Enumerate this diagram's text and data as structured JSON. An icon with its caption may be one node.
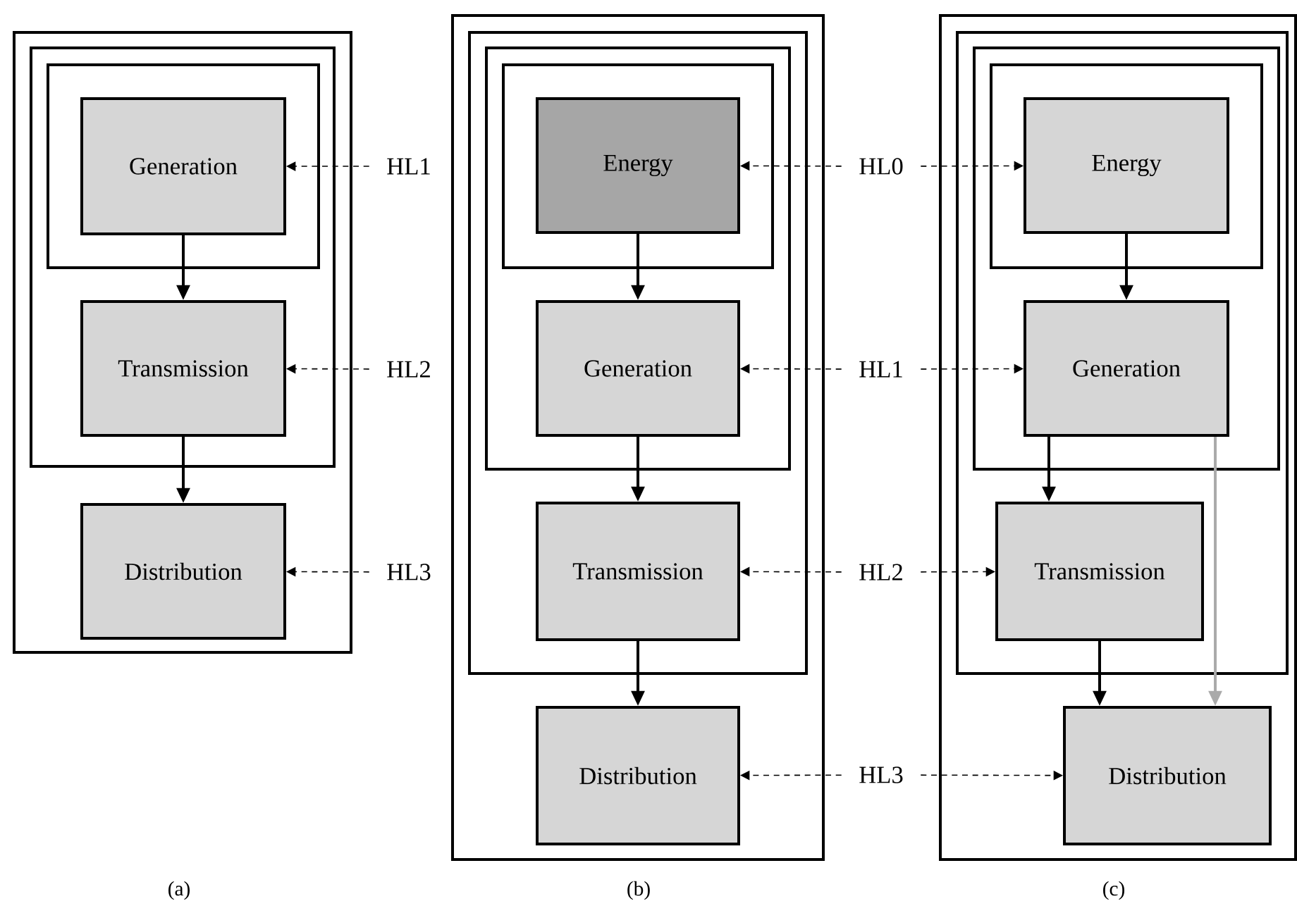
{
  "diagram": {
    "nodes": [
      {
        "text": [],
        "shape": "box"
      },
      {
        "text": [],
        "shape": "box",
        "in": 0
      },
      {
        "text": [],
        "shape": "box",
        "in": 1
      },
      {
        "text": [
          "Generation"
        ],
        "in": 2
      },
      {
        "text": [
          "Transmission"
        ],
        "in": 1
      },
      {
        "text": [
          "Distribution"
        ],
        "in": 0
      },
      {
        "text": [
          "HL1"
        ]
      },
      {
        "text": [
          "HL2"
        ]
      },
      {
        "text": [
          "HL3"
        ]
      },
      {
        "text": [],
        "shape": "box"
      },
      {
        "text": [],
        "shape": "box",
        "in": 9
      },
      {
        "text": [],
        "shape": "box",
        "in": 10
      },
      {
        "text": [],
        "shape": "box",
        "in": 11
      },
      {
        "text": [
          "Energy"
        ],
        "in": 12
      },
      {
        "text": [
          "Generation"
        ],
        "in": 11
      },
      {
        "text": [
          "Transmission"
        ],
        "in": 10
      },
      {
        "text": [
          "Distribution"
        ],
        "in": 9
      },
      {
        "text": [
          "HL0"
        ]
      },
      {
        "text": [
          "HL1"
        ]
      },
      {
        "text": [
          "HL2"
        ]
      },
      {
        "text": [
          "HL3"
        ]
      },
      {
        "text": [],
        "shape": "box"
      },
      {
        "text": [],
        "shape": "box",
        "in": 21
      },
      {
        "text": [],
        "shape": "box",
        "in": 22
      },
      {
        "text": [],
        "shape": "box",
        "in": 23
      },
      {
        "text": [
          "Energy"
        ],
        "in": 24
      },
      {
        "text": [
          "Generation"
        ],
        "in": 23
      },
      {
        "text": [
          "Transmission"
        ],
        "in": 22
      },
      {
        "text": [
          "Distribution"
        ],
        "in": 21
      }
    ],
    "edges": [
      {
        "from": 3,
        "to": 4,
        "arrow": "to"
      },
      {
        "from": 4,
        "to": 5,
        "arrow": "to"
      },
      {
        "from": 6,
        "to": 3,
        "arrow": "to",
        "style": "dashed"
      },
      {
        "from": 7,
        "to": 4,
        "arrow": "to",
        "style": "dashed"
      },
      {
        "from": 8,
        "to": 5,
        "arrow": "to",
        "style": "dashed"
      },
      {
        "from": 13,
        "to": 14,
        "arrow": "to"
      },
      {
        "from": 14,
        "to": 15,
        "arrow": "to"
      },
      {
        "from": 15,
        "to": 16,
        "arrow": "to"
      },
      {
        "from": 17,
        "to": 13,
        "arrow": "to",
        "style": "dashed"
      },
      {
        "from": 18,
        "to": 14,
        "arrow": "to",
        "style": "dashed"
      },
      {
        "from": 19,
        "to": 15,
        "arrow": "to",
        "style": "dashed"
      },
      {
        "from": 20,
        "to": 16,
        "arrow": "to",
        "style": "dashed"
      },
      {
        "from": 25,
        "to": 26,
        "arrow": "to"
      },
      {
        "from": 26,
        "to": 27,
        "arrow": "to"
      },
      {
        "from": 27,
        "to": 28,
        "arrow": "to"
      },
      {
        "from": 26,
        "to": 28,
        "arrow": "to",
        "color": "#aaaaaa"
      },
      {
        "from": 17,
        "to": 25,
        "arrow": "to",
        "style": "dashed"
      },
      {
        "from": 18,
        "to": 26,
        "arrow": "to",
        "style": "dashed"
      },
      {
        "from": 19,
        "to": 27,
        "arrow": "to",
        "style": "dashed"
      },
      {
        "from": 20,
        "to": 28,
        "arrow": "to",
        "style": "dashed"
      }
    ],
    "labels": [
      "(a)",
      "(b)",
      "(c)"
    ]
  }
}
